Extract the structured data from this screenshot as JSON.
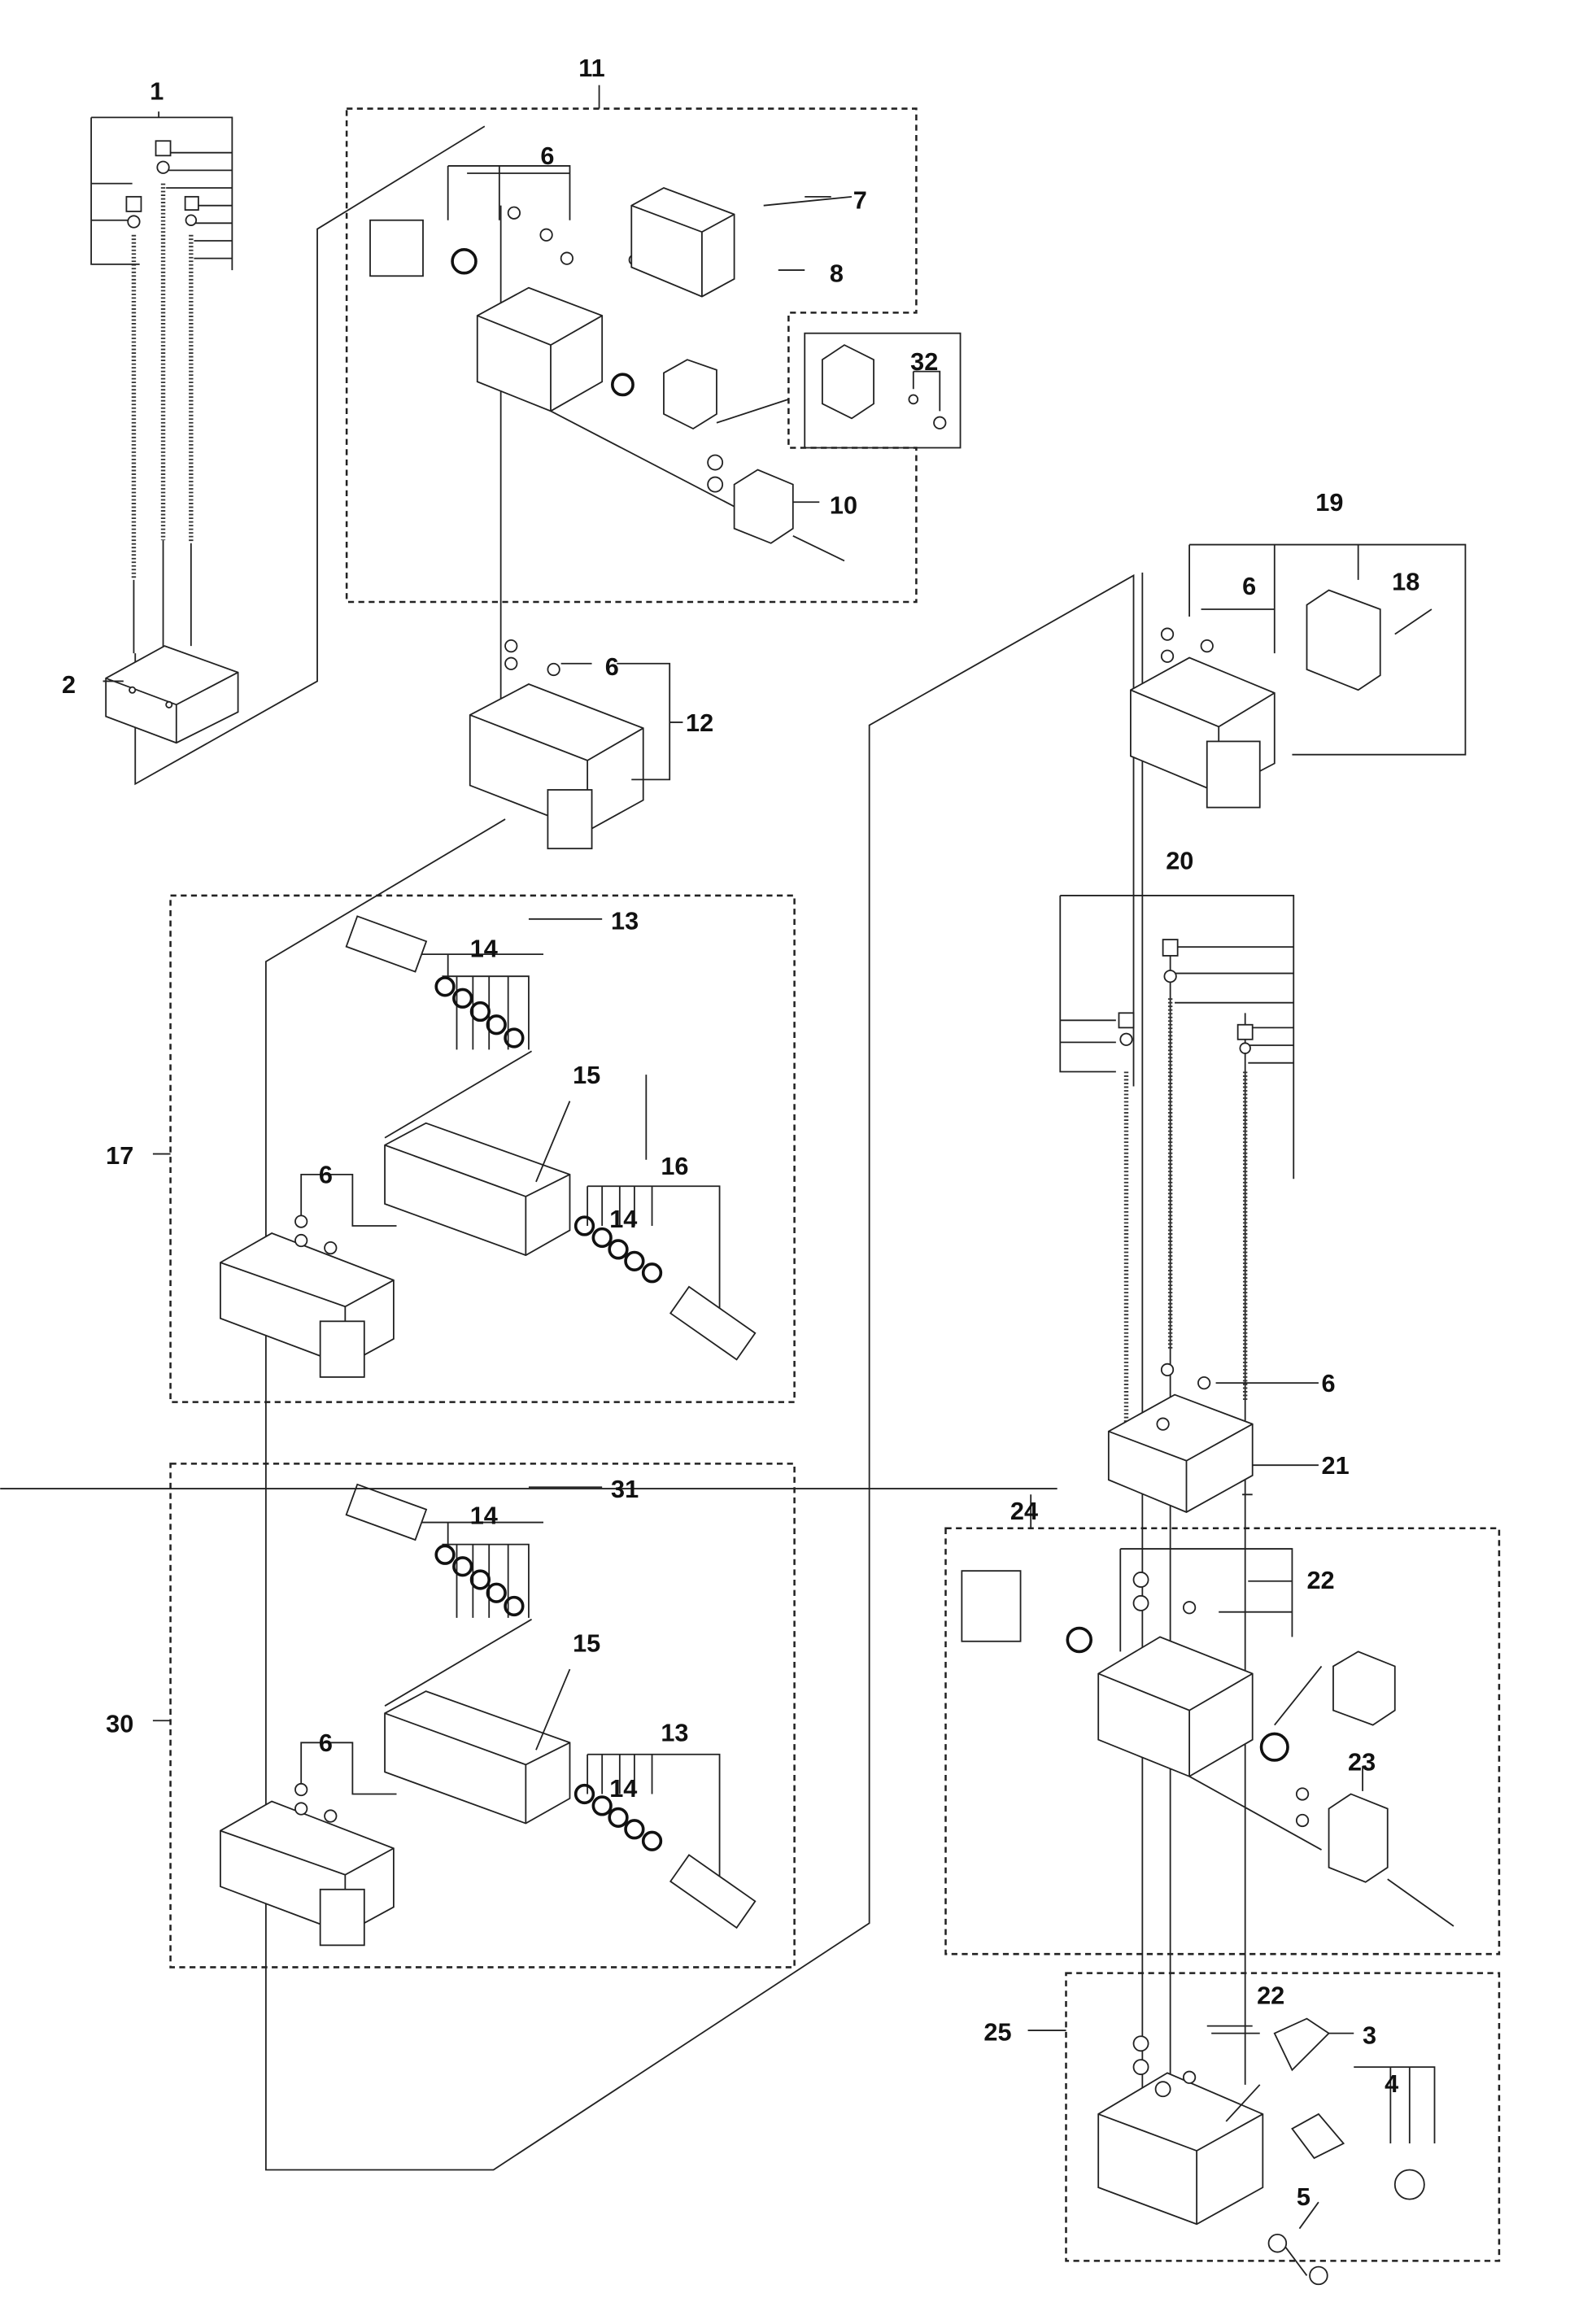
{
  "diagram": {
    "type": "exploded-parts-diagram",
    "callouts": [
      {
        "id": "c1",
        "label": "1"
      },
      {
        "id": "c2",
        "label": "2"
      },
      {
        "id": "c3",
        "label": "3"
      },
      {
        "id": "c4",
        "label": "4"
      },
      {
        "id": "c5",
        "label": "5"
      },
      {
        "id": "c6a",
        "label": "6"
      },
      {
        "id": "c6b",
        "label": "6"
      },
      {
        "id": "c6c",
        "label": "6"
      },
      {
        "id": "c6d",
        "label": "6"
      },
      {
        "id": "c6e",
        "label": "6"
      },
      {
        "id": "c6f",
        "label": "6"
      },
      {
        "id": "c7",
        "label": "7"
      },
      {
        "id": "c8",
        "label": "8"
      },
      {
        "id": "c10",
        "label": "10"
      },
      {
        "id": "c11",
        "label": "11"
      },
      {
        "id": "c12",
        "label": "12"
      },
      {
        "id": "c13a",
        "label": "13"
      },
      {
        "id": "c13b",
        "label": "13"
      },
      {
        "id": "c14a",
        "label": "14"
      },
      {
        "id": "c14b",
        "label": "14"
      },
      {
        "id": "c14c",
        "label": "14"
      },
      {
        "id": "c14d",
        "label": "14"
      },
      {
        "id": "c15a",
        "label": "15"
      },
      {
        "id": "c15b",
        "label": "15"
      },
      {
        "id": "c16",
        "label": "16"
      },
      {
        "id": "c17",
        "label": "17"
      },
      {
        "id": "c18",
        "label": "18"
      },
      {
        "id": "c19",
        "label": "19"
      },
      {
        "id": "c20",
        "label": "20"
      },
      {
        "id": "c21",
        "label": "21"
      },
      {
        "id": "c22a",
        "label": "22"
      },
      {
        "id": "c22b",
        "label": "22"
      },
      {
        "id": "c23",
        "label": "23"
      },
      {
        "id": "c24",
        "label": "24"
      },
      {
        "id": "c25",
        "label": "25"
      },
      {
        "id": "c30",
        "label": "30"
      },
      {
        "id": "c31",
        "label": "31"
      },
      {
        "id": "c32",
        "label": "32"
      }
    ],
    "assemblies": [
      "11",
      "17",
      "24",
      "25",
      "30"
    ]
  }
}
